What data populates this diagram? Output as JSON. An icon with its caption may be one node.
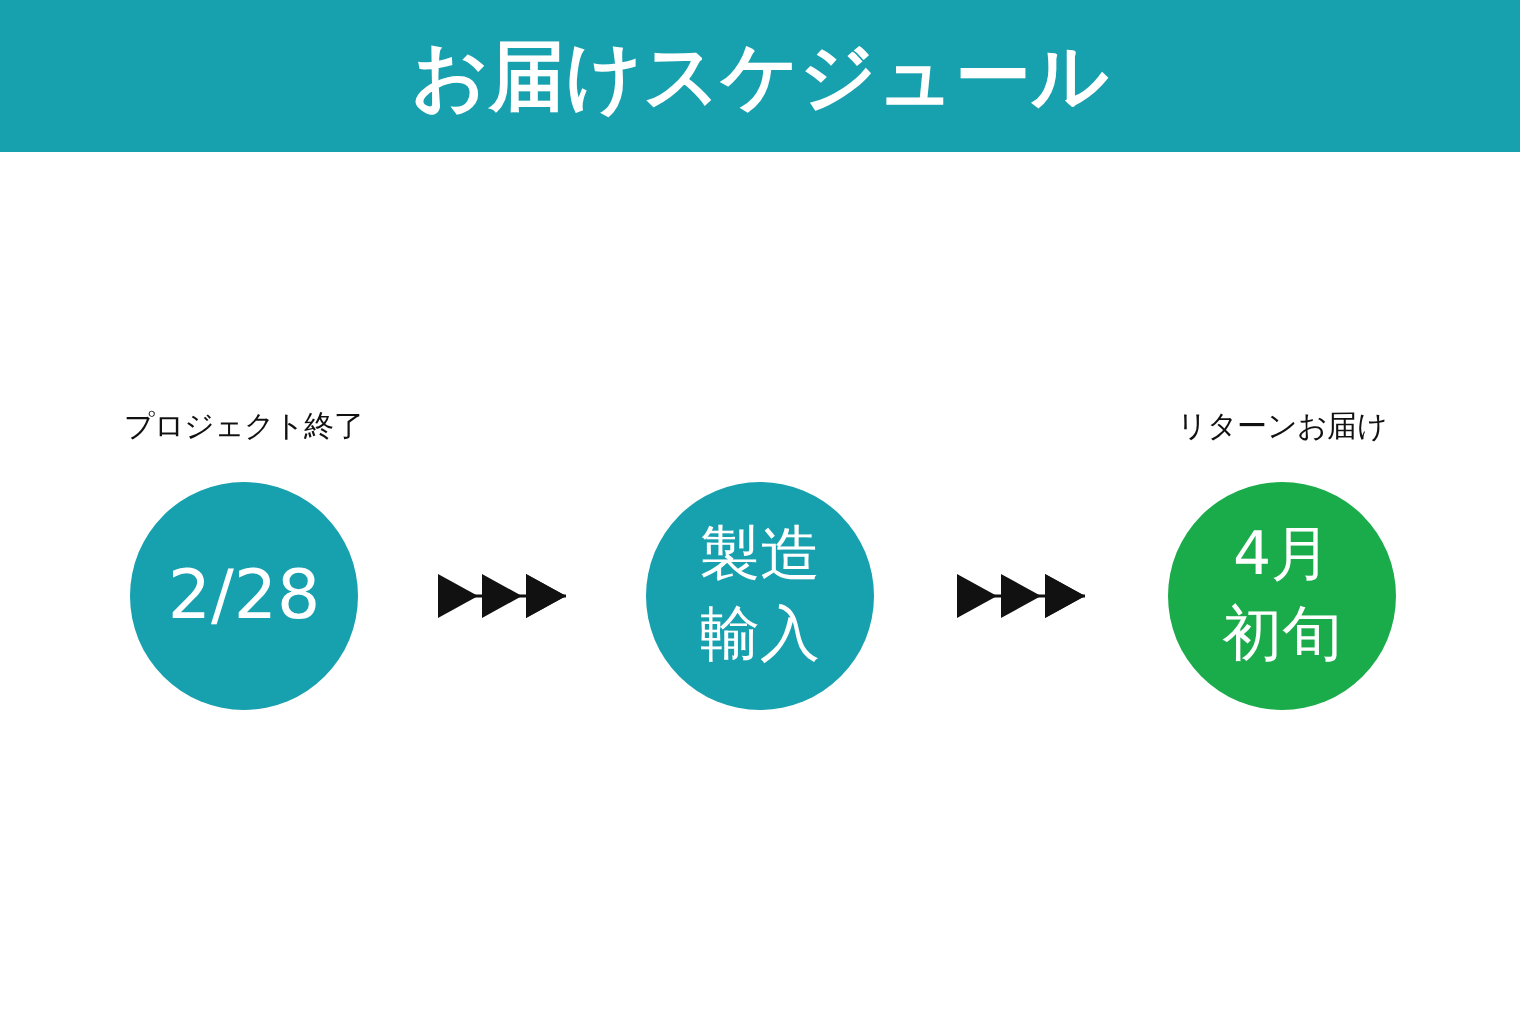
{
  "diagram": {
    "title": "お届けスケジュール",
    "nodes": [
      {
        "text": [
          "2/28"
        ],
        "beside": [
          "プロジェクト終了"
        ]
      },
      {
        "text": [
          "製造輸入"
        ]
      },
      {
        "text": [
          "4月初旬"
        ],
        "beside": [
          "リターンお届け"
        ]
      }
    ],
    "edges": [
      {
        "from": 0,
        "to": 1,
        "arrow": "to"
      },
      {
        "from": 1,
        "to": 2,
        "arrow": "to"
      }
    ]
  }
}
